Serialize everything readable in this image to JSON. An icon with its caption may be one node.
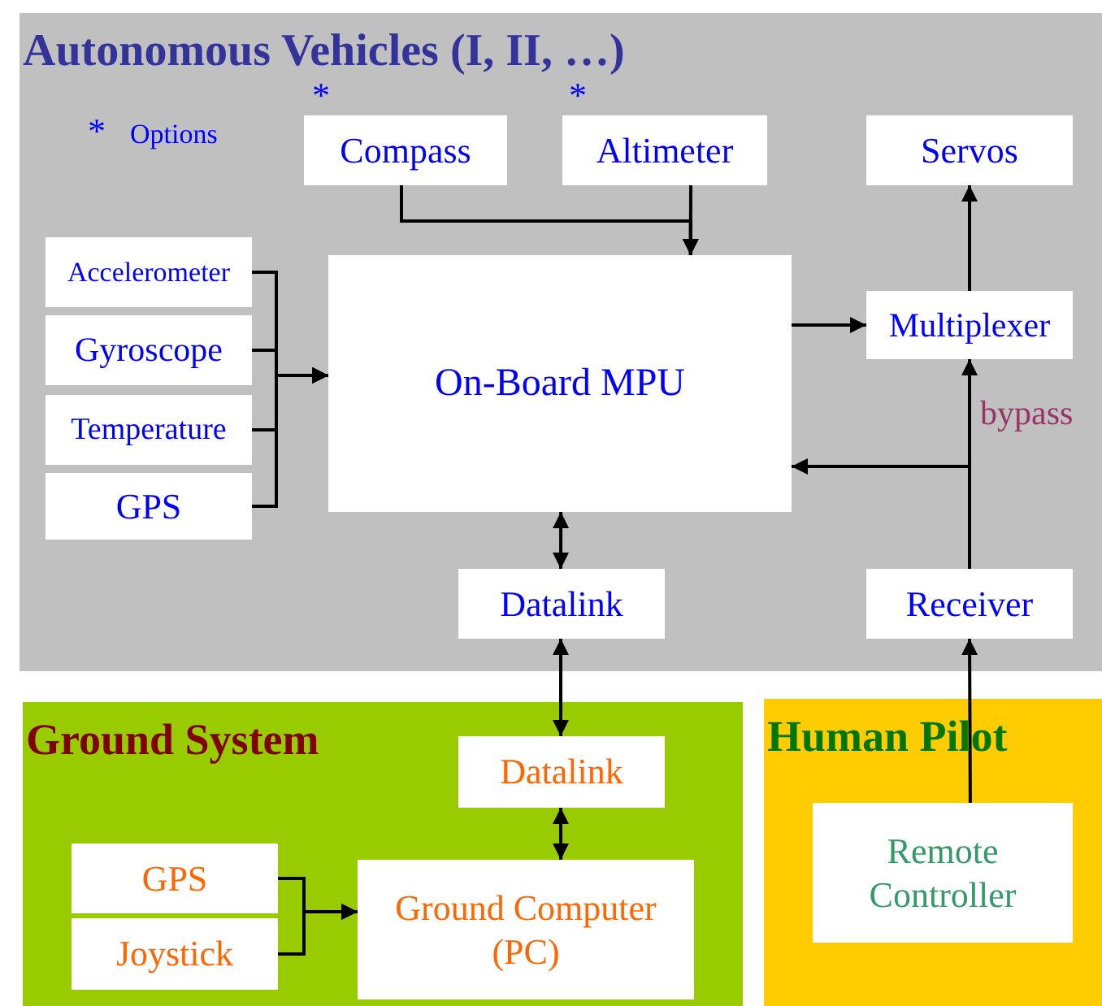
{
  "diagram": {
    "nodes": [
      {
        "text": [
          "Autonomous Vehicles (I, II, …)"
        ]
      },
      {
        "text": [
          "Compass"
        ],
        "in": 0,
        "beside": [
          "*"
        ]
      },
      {
        "text": [
          "Altimeter"
        ],
        "in": 0,
        "beside": [
          "*"
        ]
      },
      {
        "text": [
          "Servos"
        ],
        "in": 0
      },
      {
        "text": [
          "Accelerometer"
        ],
        "in": 0
      },
      {
        "text": [
          "Gyroscope"
        ],
        "in": 0
      },
      {
        "text": [
          "Temperature"
        ],
        "in": 0
      },
      {
        "text": [
          "GPS"
        ],
        "in": 0
      },
      {
        "text": [
          "On-Board MPU"
        ],
        "in": 0
      },
      {
        "text": [
          "Multiplexer"
        ],
        "in": 0
      },
      {
        "text": [
          "Datalink"
        ],
        "in": 0
      },
      {
        "text": [
          "Receiver"
        ],
        "in": 0
      },
      {
        "text": [
          "Ground System"
        ]
      },
      {
        "text": [
          "Datalink"
        ],
        "in": 12
      },
      {
        "text": [
          "GPS"
        ],
        "in": 12
      },
      {
        "text": [
          "Joystick"
        ],
        "in": 12
      },
      {
        "text": [
          "Ground Computer (PC)"
        ],
        "in": 12
      },
      {
        "text": [
          "Human Pilot"
        ]
      },
      {
        "text": [
          "Remote Controller"
        ],
        "in": 17
      }
    ],
    "edges": [
      {
        "from": 1,
        "to": 8,
        "arrow": "to"
      },
      {
        "from": 2,
        "to": 8,
        "arrow": "to"
      },
      {
        "from": 4,
        "to": 8,
        "arrow": "to"
      },
      {
        "from": 5,
        "to": 8,
        "arrow": "to"
      },
      {
        "from": 6,
        "to": 8,
        "arrow": "to"
      },
      {
        "from": 7,
        "to": 8,
        "arrow": "to"
      },
      {
        "from": 8,
        "to": 9,
        "arrow": "to"
      },
      {
        "from": 9,
        "to": 3,
        "arrow": "to"
      },
      {
        "from": 11,
        "to": 9,
        "arrow": "to",
        "label": "bypass"
      },
      {
        "from": 11,
        "to": 8,
        "arrow": "to"
      },
      {
        "from": 8,
        "to": 10,
        "arrow": "both"
      },
      {
        "from": 10,
        "to": 13,
        "arrow": "both"
      },
      {
        "from": 13,
        "to": 16,
        "arrow": "both"
      },
      {
        "from": 14,
        "to": 16,
        "arrow": "to"
      },
      {
        "from": 15,
        "to": 16,
        "arrow": "to"
      },
      {
        "from": 18,
        "to": 11,
        "arrow": "to"
      }
    ],
    "labels": [
      "*",
      "Options"
    ]
  }
}
